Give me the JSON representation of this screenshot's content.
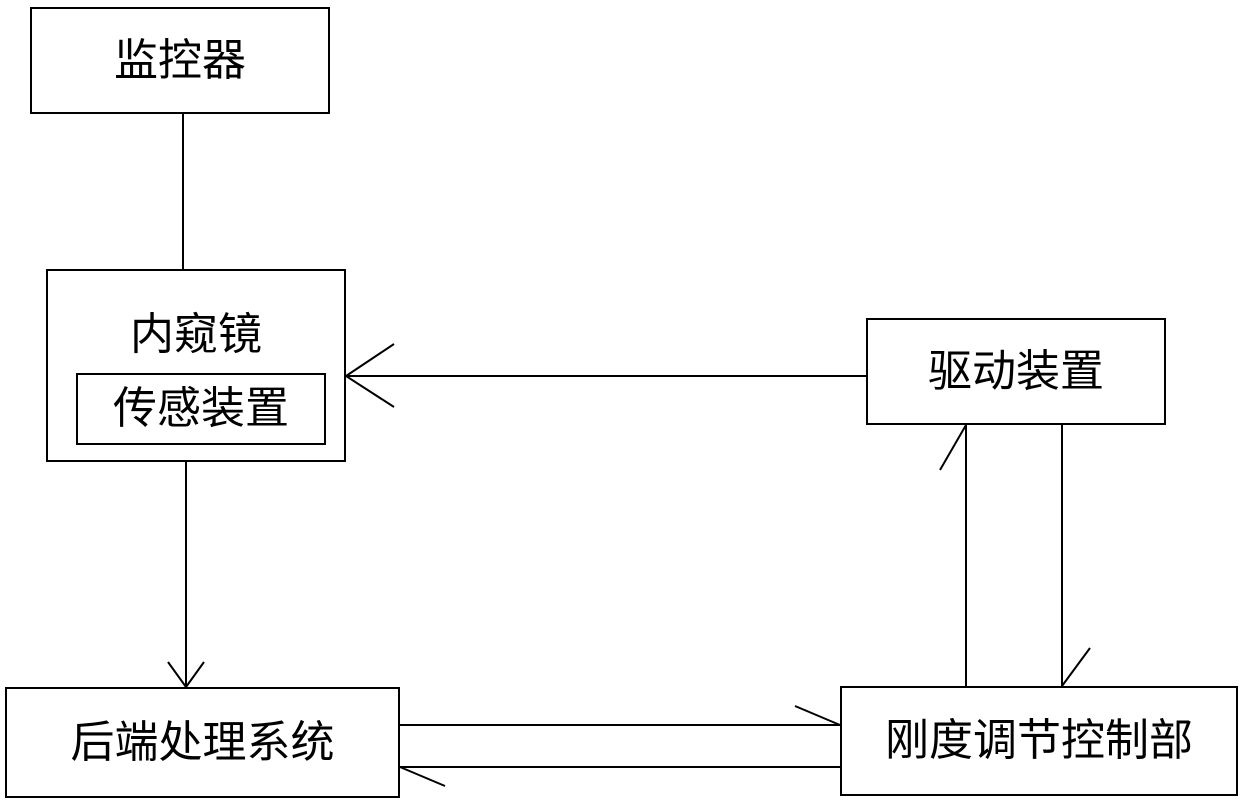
{
  "nodes": {
    "monitor": "监控器",
    "endoscope": "内窥镜",
    "sensor": "传感装置",
    "drive": "驱动装置",
    "backend": "后端处理系统",
    "stiffness": "刚度调节控制部"
  },
  "edges": [
    {
      "from": "monitor",
      "to": "endoscope",
      "arrow": false
    },
    {
      "from": "endoscope",
      "to": "backend",
      "arrow": true
    },
    {
      "from": "drive",
      "to": "endoscope",
      "arrow": true
    },
    {
      "from": "backend",
      "to": "stiffness",
      "arrow": true
    },
    {
      "from": "stiffness",
      "to": "backend",
      "arrow": true
    },
    {
      "from": "stiffness",
      "to": "drive",
      "arrow": true
    },
    {
      "from": "drive",
      "to": "stiffness",
      "arrow": true
    }
  ]
}
